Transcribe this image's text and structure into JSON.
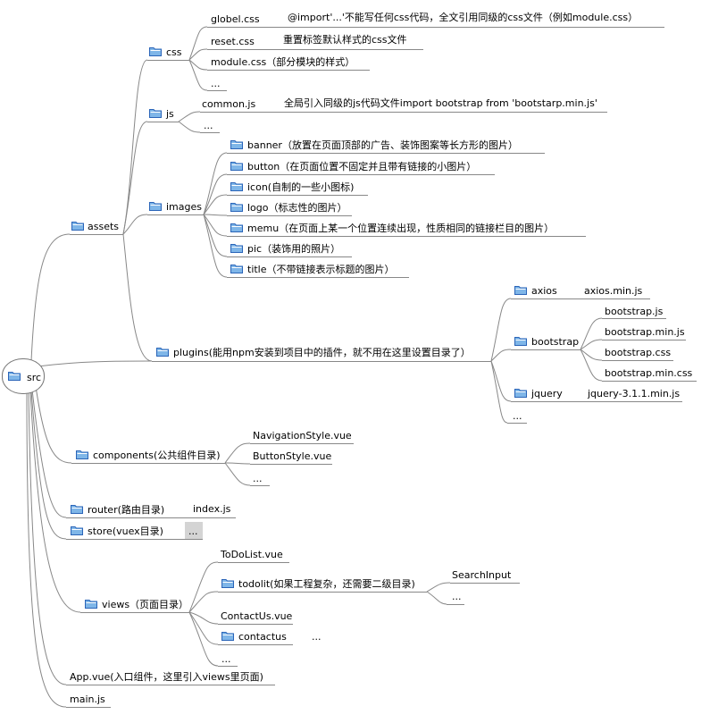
{
  "root": {
    "label": "src"
  },
  "assets": {
    "label": "assets",
    "css": {
      "label": "css",
      "items": [
        {
          "label": "globel.css",
          "note": "@import'...'不能写任何css代码，全文引用同级的css文件（例如module.css）"
        },
        {
          "label": "reset.css",
          "note": "重置标签默认样式的css文件"
        },
        {
          "label": "module.css（部分模块的样式）"
        },
        {
          "label": "..."
        }
      ]
    },
    "js": {
      "label": "js",
      "items": [
        {
          "label": "common.js",
          "note": "全局引入同级的js代码文件import bootstrap from 'bootstarp.min.js'"
        },
        {
          "label": "..."
        }
      ]
    },
    "images": {
      "label": "images",
      "items": [
        {
          "label": "banner（放置在页面顶部的广告、装饰图案等长方形的图片）"
        },
        {
          "label": "button（在页面位置不固定并且带有链接的小图片）"
        },
        {
          "label": "icon(自制的一些小图标)"
        },
        {
          "label": "logo（标志性的图片）"
        },
        {
          "label": "memu（在页面上某一个位置连续出现，性质相同的链接栏目的图片）"
        },
        {
          "label": "pic（装饰用的照片）"
        },
        {
          "label": "title（不带链接表示标题的图片）"
        }
      ]
    },
    "plugins": {
      "label": "plugins(能用npm安装到项目中的插件，就不用在这里设置目录了）",
      "axios": {
        "label": "axios",
        "file": "axios.min.js"
      },
      "bootstrap": {
        "label": "bootstrap",
        "files": [
          "bootstrap.js",
          "bootstrap.min.js",
          "bootstrap.css",
          "bootstrap.min.css"
        ]
      },
      "jquery": {
        "label": "jquery",
        "file": "jquery-3.1.1.min.js"
      },
      "more": "..."
    }
  },
  "components": {
    "label": "components(公共组件目录)",
    "items": [
      "NavigationStyle.vue",
      "ButtonStyle.vue",
      "..."
    ]
  },
  "router": {
    "label": "router(路由目录)",
    "file": "index.js"
  },
  "store": {
    "label": "store(vuex目录)",
    "more": "..."
  },
  "views": {
    "label": "views（页面目录）",
    "todolist": "ToDoList.vue",
    "todolit": {
      "label": "todolit(如果工程复杂，还需要二级目录)",
      "items": [
        "SearchInput",
        "..."
      ]
    },
    "contactus_vue": "ContactUs.vue",
    "contactus": {
      "label": "contactus",
      "more": "..."
    },
    "more": "..."
  },
  "app": {
    "label": "App.vue(入口组件，这里引入views里页面)"
  },
  "main": {
    "label": "main.js"
  },
  "colors": {
    "line": "#888888",
    "folder_fill": "#7fb6e8",
    "folder_stroke": "#2a64b8"
  }
}
